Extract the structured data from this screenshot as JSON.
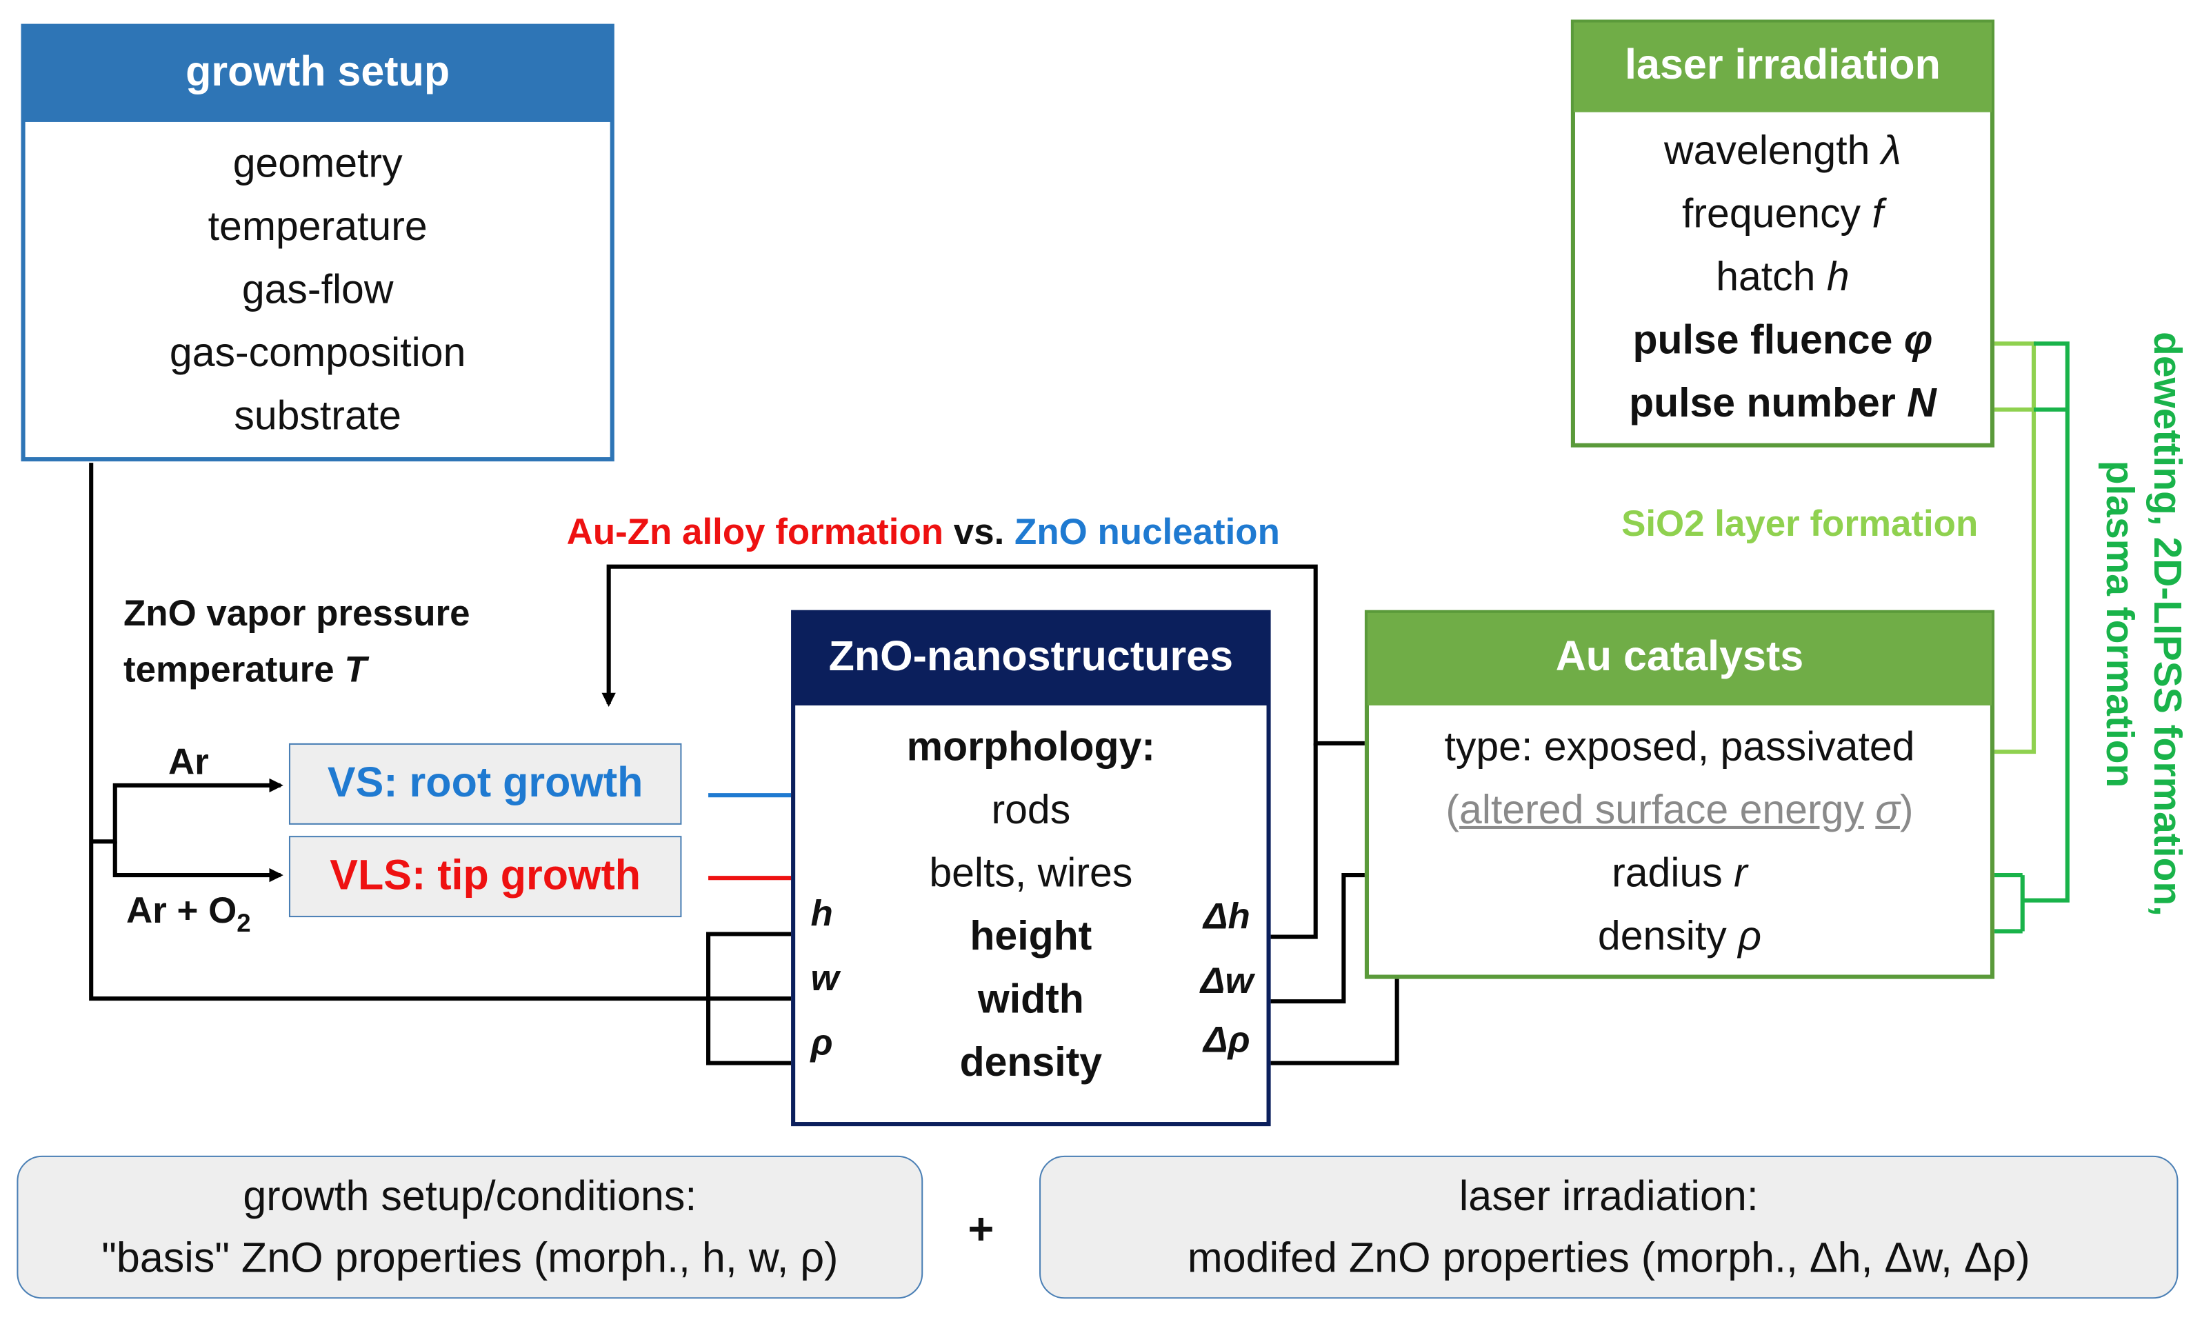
{
  "growth_setup": {
    "title": "growth setup",
    "items": [
      "geometry",
      "temperature",
      "gas-flow",
      "gas-composition",
      "substrate"
    ]
  },
  "laser": {
    "title": "laser irradiation",
    "wavelength": "wavelength",
    "wavelength_sym": "λ",
    "frequency": "frequency",
    "frequency_sym": "f",
    "hatch": "hatch",
    "hatch_sym": "h",
    "pulse_fluence": "pulse fluence",
    "pulse_fluence_sym": "φ",
    "pulse_number": "pulse number",
    "pulse_number_sym": "N"
  },
  "labels": {
    "au_zn_alloy": "Au-Zn alloy formation",
    "vs": "vs.",
    "zno_nucleation": "ZnO nucleation",
    "vapor_pressure": "ZnO vapor pressure",
    "temperature_label": "temperature",
    "temperature_sym": "T",
    "sio2": "SiO2 layer formation",
    "dewetting": "dewetting, 2D-LIPSS formation,",
    "plasma": "plasma formation",
    "ar": "Ar",
    "ar_o2": "Ar + O",
    "o2_sub": "2",
    "h": "h",
    "w": "w",
    "rho": "ρ",
    "dh": "Δh",
    "dw": "Δw",
    "drho": "Δρ"
  },
  "growth_modes": {
    "vs": "VS: root growth",
    "vls": "VLS: tip growth"
  },
  "zno": {
    "title": "ZnO-nanostructures",
    "morphology": "morphology:",
    "rods": "rods",
    "belts": "belts, wires",
    "height": "height",
    "width": "width",
    "density": "density"
  },
  "au": {
    "title": "Au catalysts",
    "type": "type: exposed, passivated",
    "altered_open": "(",
    "altered_text": "altered surface energy",
    "altered_sym": "σ",
    "altered_close": ")",
    "radius": "radius",
    "radius_sym": "r",
    "density": "density",
    "density_sym": "ρ"
  },
  "summary": {
    "left_line1": "growth setup/conditions:",
    "left_line2": "\"basis\" ZnO properties (morph., h, w, ρ)",
    "plus": "+",
    "right_line1": "laser irradiation:",
    "right_line2": "modifed ZnO properties (morph., Δh, Δw, Δρ)"
  },
  "colors": {
    "blue": "#2e75b6",
    "navy": "#0b1f5c",
    "green": "#70ad47",
    "light_green": "#8fd14f",
    "bright_green": "#19b34a",
    "red": "#ee1111",
    "blue_text": "#1f7ad1",
    "gray_fill": "#eeeeee"
  }
}
